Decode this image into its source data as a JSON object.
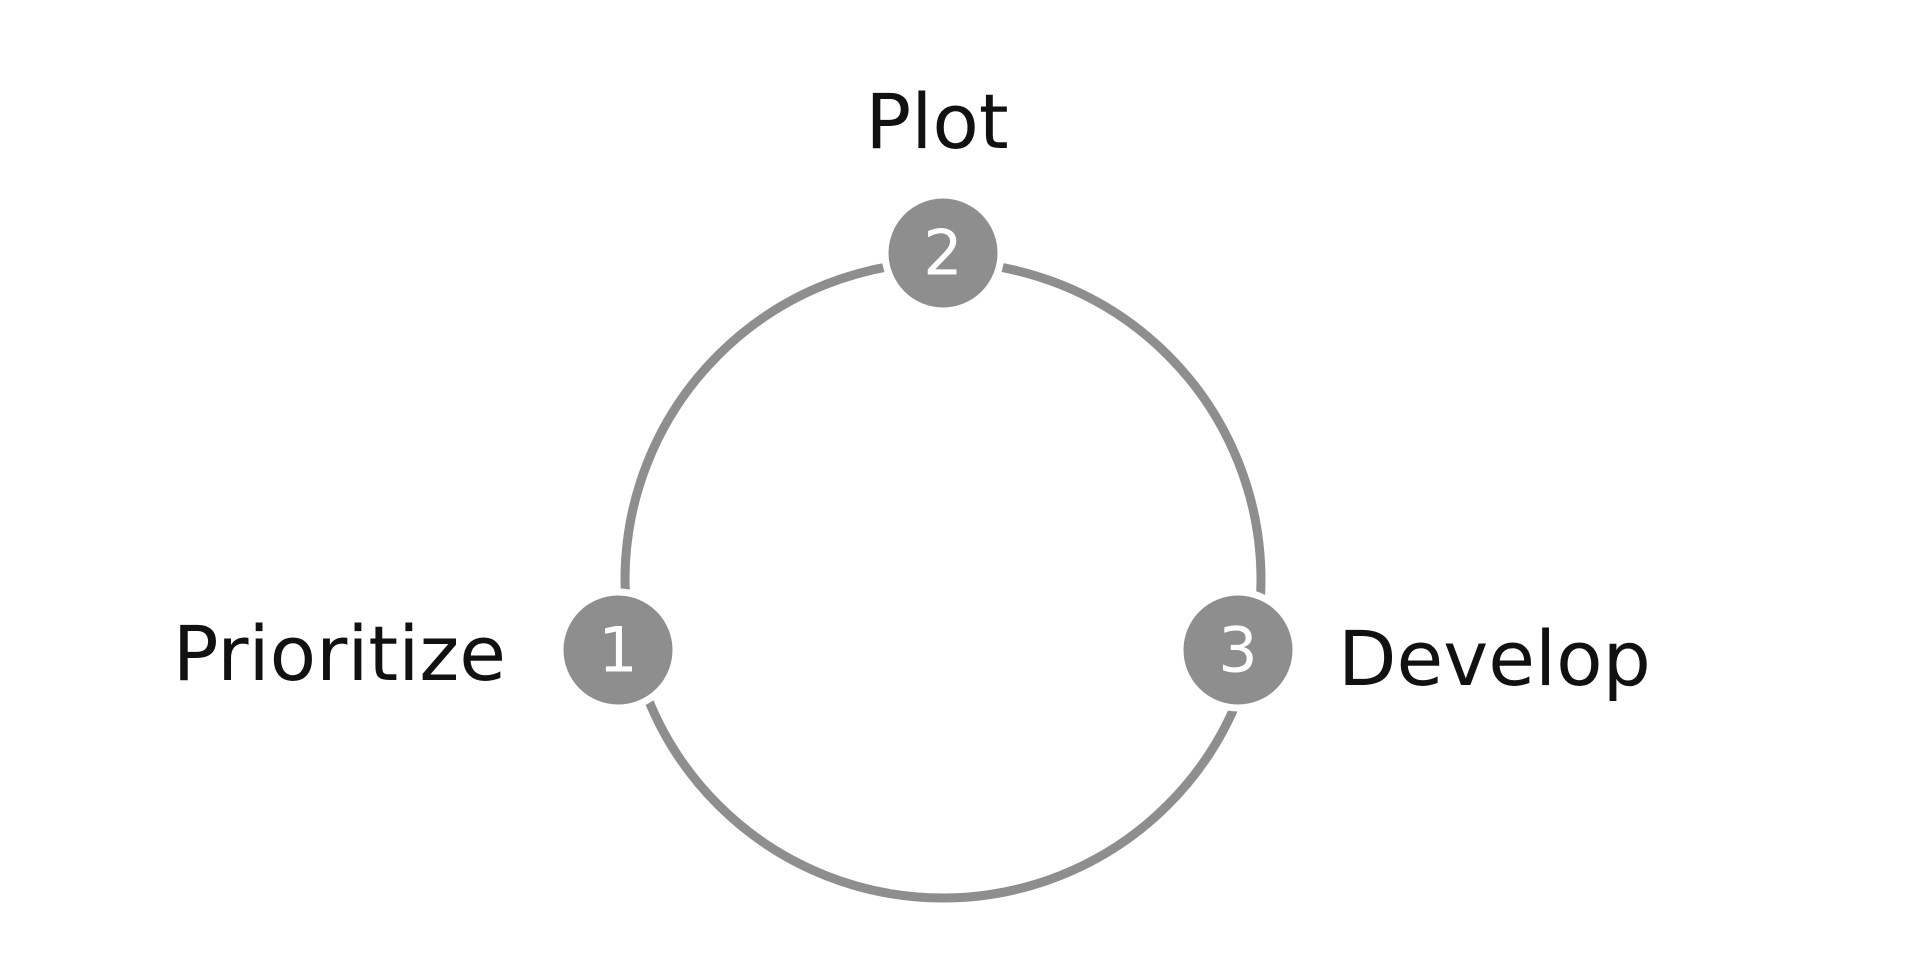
{
  "diagram": {
    "ring_color": "#8e8e8e",
    "marker_color": "#8e8e8e",
    "number_color": "#ffffff",
    "label_color": "#111111",
    "steps": [
      {
        "number": "1",
        "label": "Prioritize"
      },
      {
        "number": "2",
        "label": "Plot"
      },
      {
        "number": "3",
        "label": "Develop"
      }
    ]
  }
}
